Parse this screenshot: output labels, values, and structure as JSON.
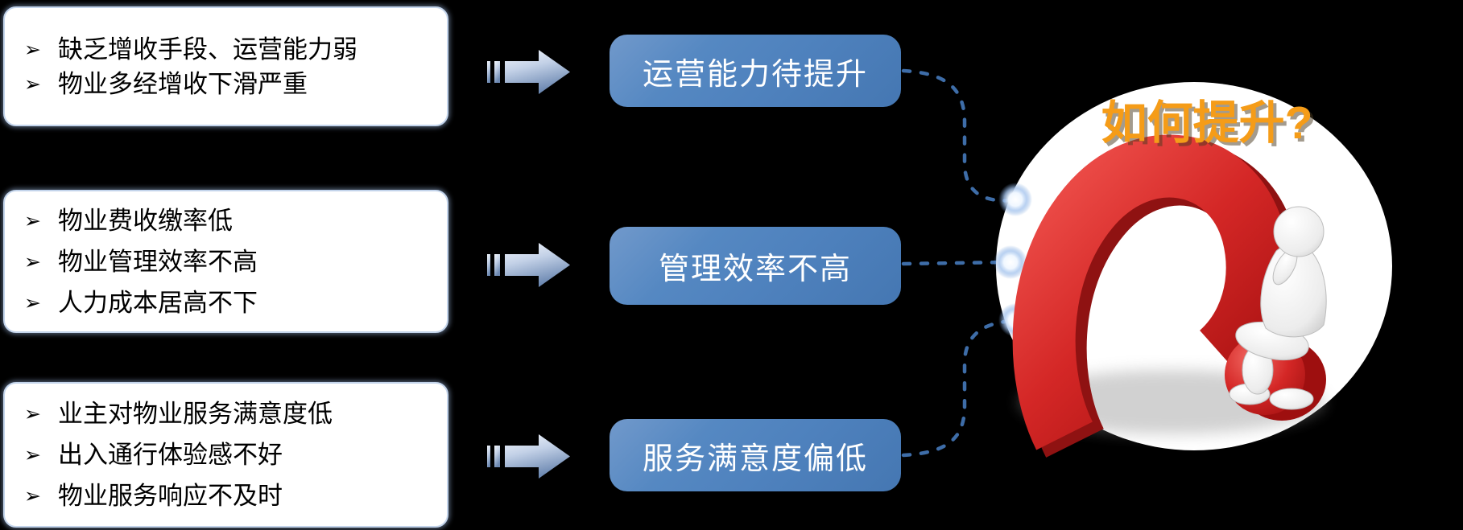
{
  "slide": {
    "background": "#000000",
    "bullet_char": "➢",
    "colors": {
      "issue_box_fill": "#ffffff",
      "issue_box_border": "#c3d4eb",
      "tag_blue": "#4e81bd",
      "connector_blue": "#3e6da8",
      "arrow_light": "#f4f7fc",
      "arrow_dark": "#6d89b2",
      "title_orange": "#f59c18",
      "question_red": "#cf1f1e"
    },
    "issue_boxes": [
      {
        "items": [
          "缺乏增收手段、运营能力弱",
          "物业多经增收下滑严重"
        ]
      },
      {
        "items": [
          "物业费收缴率低",
          "物业管理效率不高",
          "人力成本居高不下"
        ]
      },
      {
        "items": [
          "业主对物业服务满意度低",
          "出入通行体验感不好",
          "物业服务响应不及时"
        ]
      }
    ],
    "tags": [
      {
        "label": "运营能力待提升"
      },
      {
        "label": "管理效率不高"
      },
      {
        "label": "服务满意度偏低"
      }
    ],
    "question": {
      "label": "如何提升?"
    }
  }
}
